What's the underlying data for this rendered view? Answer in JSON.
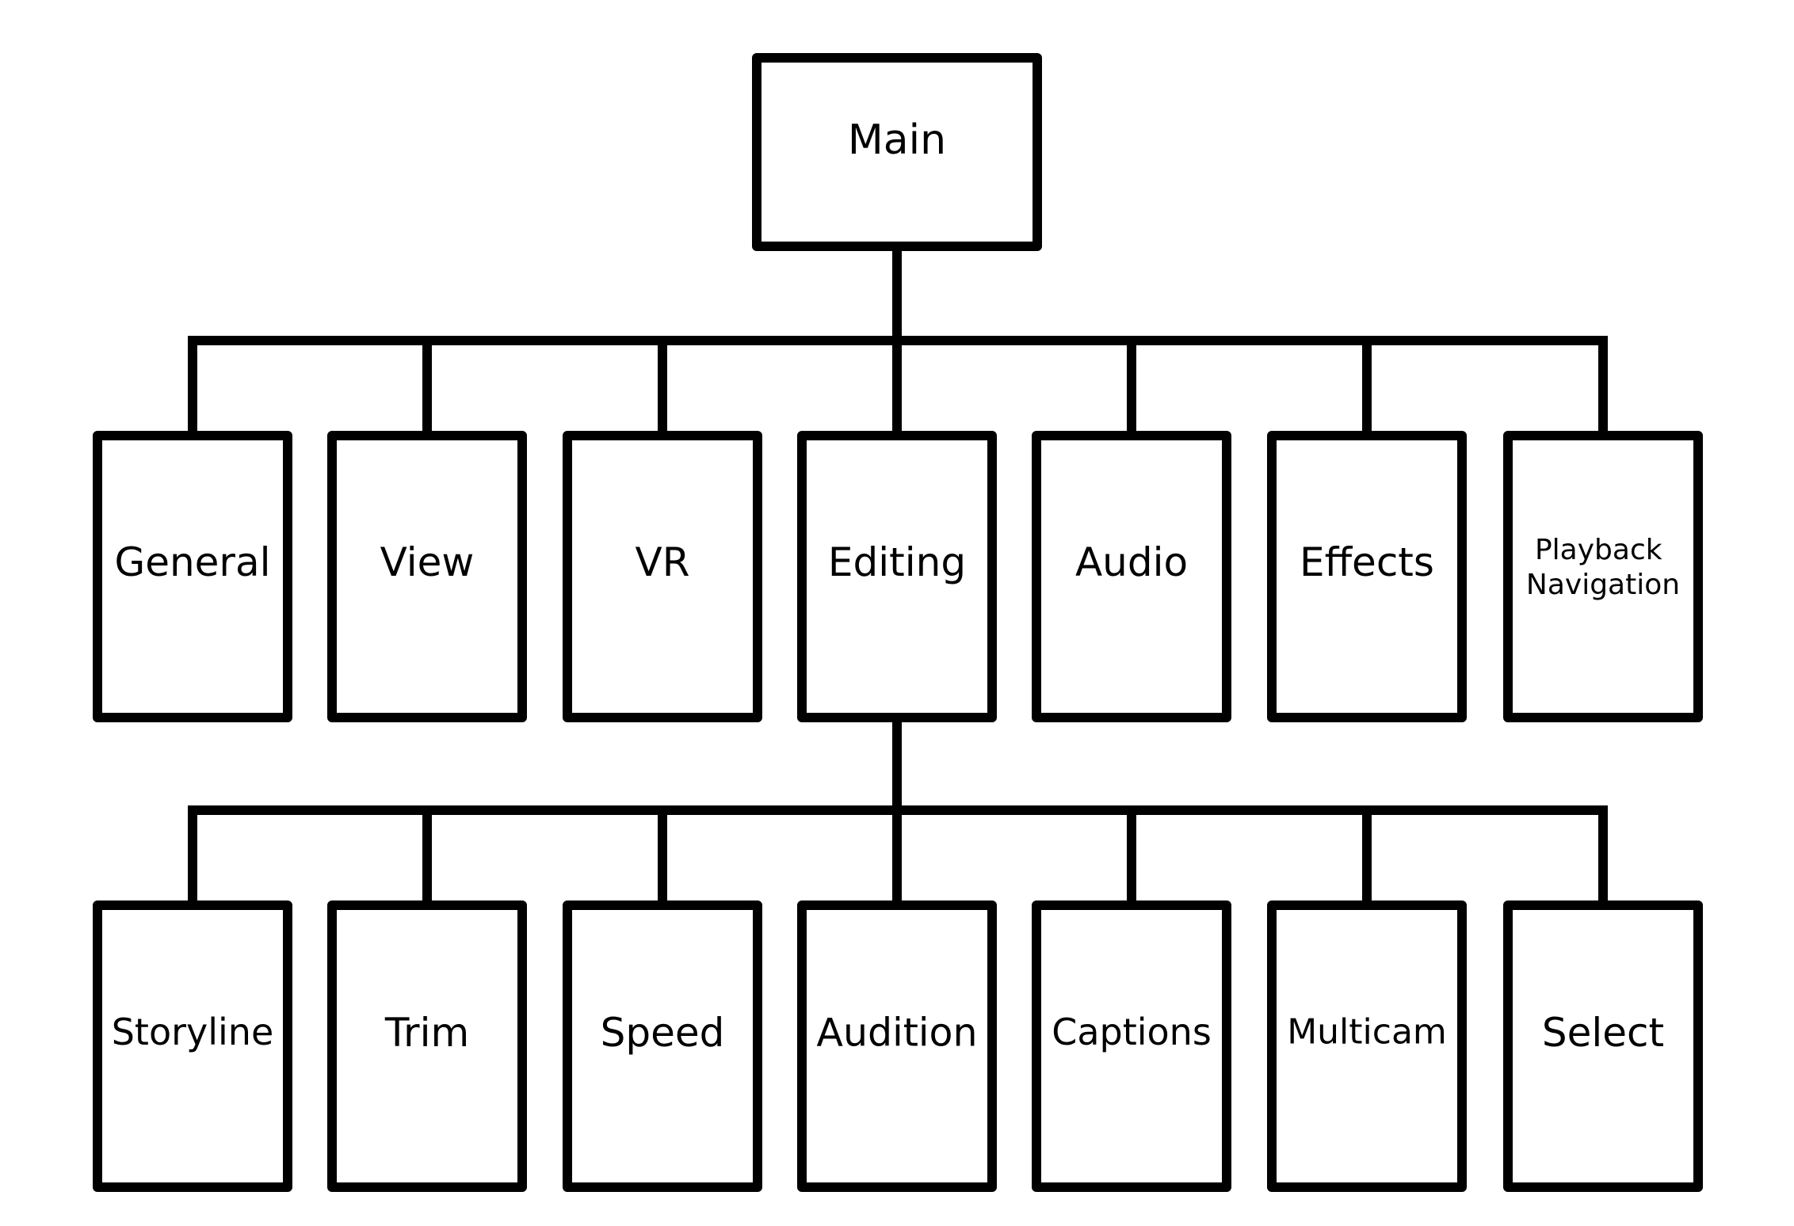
{
  "diagram": {
    "root": {
      "label": "Main"
    },
    "level1": [
      {
        "label": "General"
      },
      {
        "label": "View"
      },
      {
        "label": "VR"
      },
      {
        "label": "Editing"
      },
      {
        "label": "Audio"
      },
      {
        "label": "Effects"
      },
      {
        "label": "Playback Navigation"
      }
    ],
    "level2_parent": "Editing",
    "level2": [
      {
        "label": "Storyline"
      },
      {
        "label": "Trim"
      },
      {
        "label": "Speed"
      },
      {
        "label": "Audition"
      },
      {
        "label": "Captions"
      },
      {
        "label": "Multicam"
      },
      {
        "label": "Select"
      }
    ],
    "colors": {
      "stroke": "#000000",
      "fill": "#ffffff",
      "text": "#000000"
    }
  }
}
